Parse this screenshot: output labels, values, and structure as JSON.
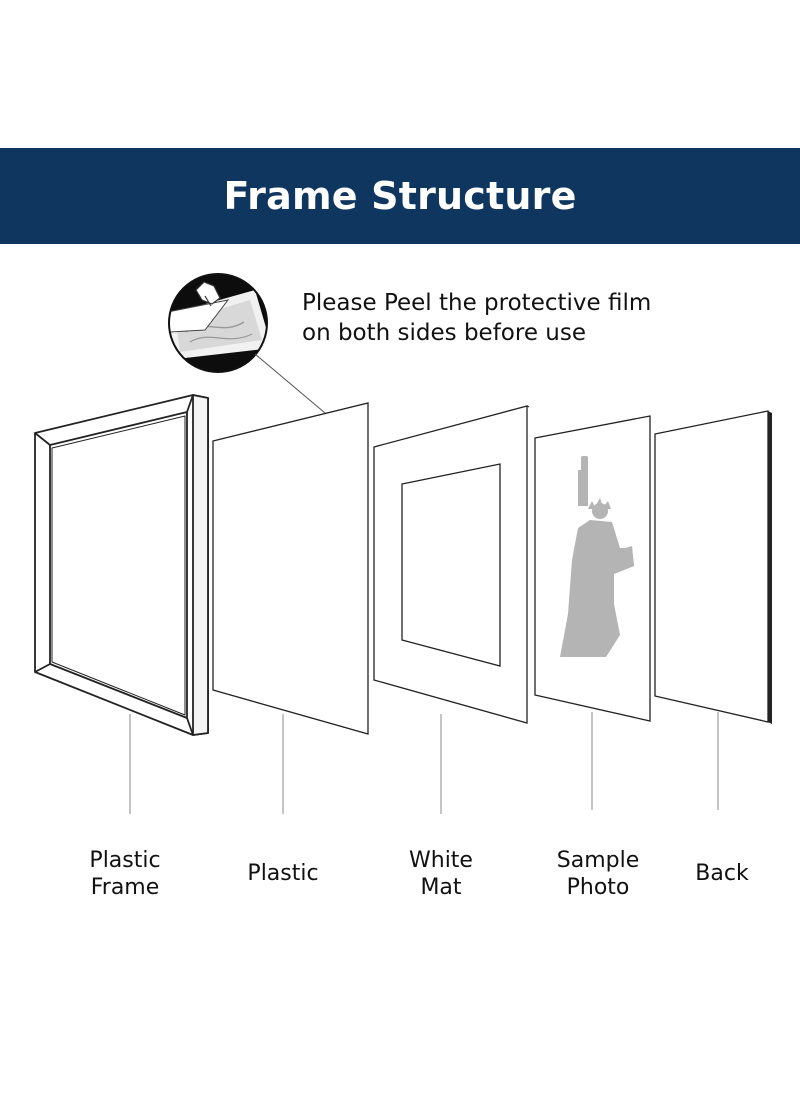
{
  "header": {
    "title": "Frame Structure",
    "background_color": "#0f365f",
    "text_color": "#ffffff"
  },
  "callout": {
    "line1": "Please Peel the protective film",
    "line2": "on both sides before use",
    "icon": "peel-film-icon"
  },
  "layers": [
    {
      "line1": "Plastic",
      "line2": "Frame"
    },
    {
      "line1": "Plastic",
      "line2": ""
    },
    {
      "line1": "White",
      "line2": "Mat"
    },
    {
      "line1": "Sample",
      "line2": "Photo"
    },
    {
      "line1": "Back",
      "line2": ""
    }
  ],
  "colors": {
    "outline": "#222222",
    "leader_line": "#888888",
    "sample_silhouette": "#b4b4b4"
  }
}
